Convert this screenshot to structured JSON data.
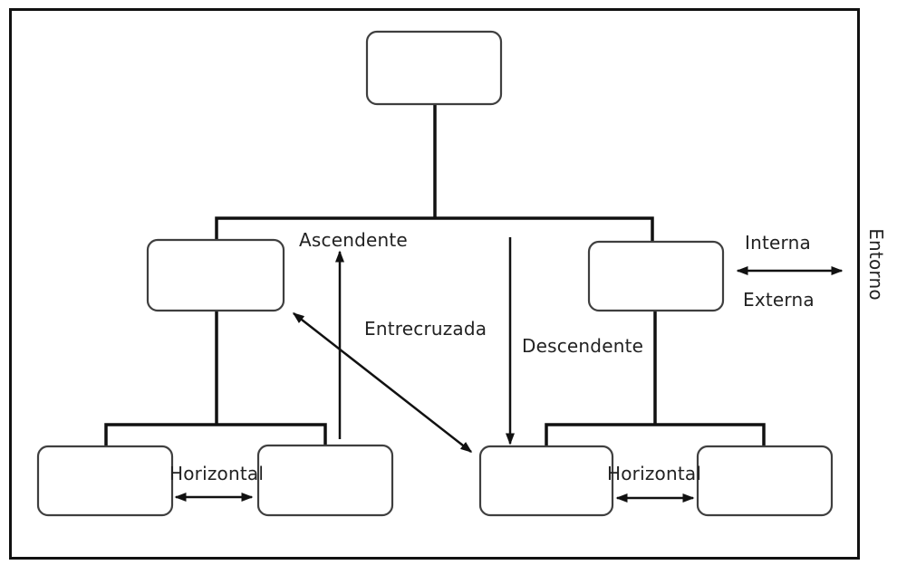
{
  "diagram": {
    "type": "organizational-communication-flow",
    "labels": {
      "ascendente": "Ascendente",
      "descendente": "Descendente",
      "entrecruzada": "Entrecruzada",
      "horizontal_left": "Horizontal",
      "horizontal_right": "Horizontal",
      "interna": "Interna",
      "externa": "Externa",
      "entorno": "Entorno"
    },
    "colors": {
      "background": "#ffffff",
      "line": "#111111",
      "arrow": "#111111",
      "box_border": "#3f3f3f",
      "box_fill": "#ffffff",
      "text": "#222222"
    },
    "node_count": 7,
    "nodes_have_text": false
  }
}
